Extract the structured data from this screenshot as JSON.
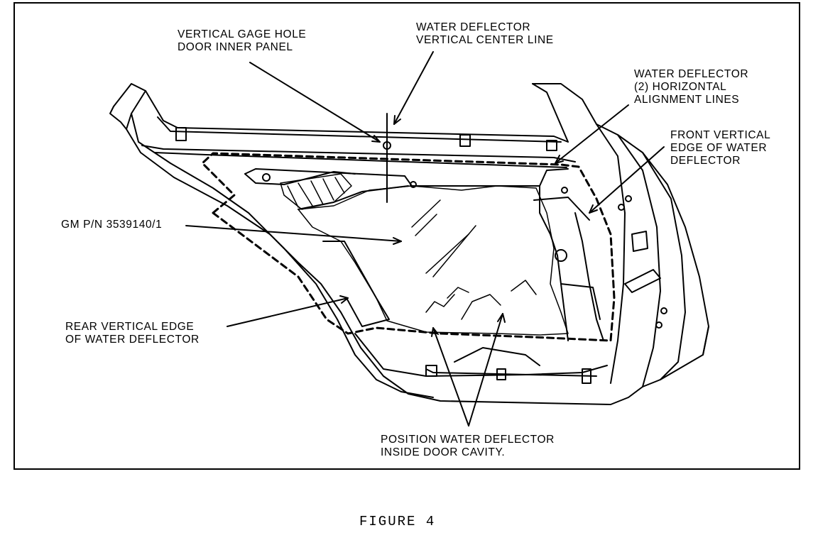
{
  "labels": {
    "gage_hole": [
      "VERTICAL GAGE HOLE",
      "DOOR INNER PANEL"
    ],
    "center_line": [
      "WATER DEFLECTOR",
      "VERTICAL CENTER LINE"
    ],
    "horizontal_lines": [
      "WATER DEFLECTOR",
      "(2) HORIZONTAL",
      "ALIGNMENT LINES"
    ],
    "front_edge": [
      "FRONT VERTICAL",
      "EDGE OF WATER",
      "DEFLECTOR"
    ],
    "part_number": [
      "GM P/N 3539140/1"
    ],
    "rear_edge": [
      "REAR VERTICAL EDGE",
      "OF WATER DEFLECTOR"
    ],
    "position": [
      "POSITION WATER DEFLECTOR",
      "INSIDE DOOR CAVITY."
    ]
  },
  "caption": "FIGURE 4"
}
